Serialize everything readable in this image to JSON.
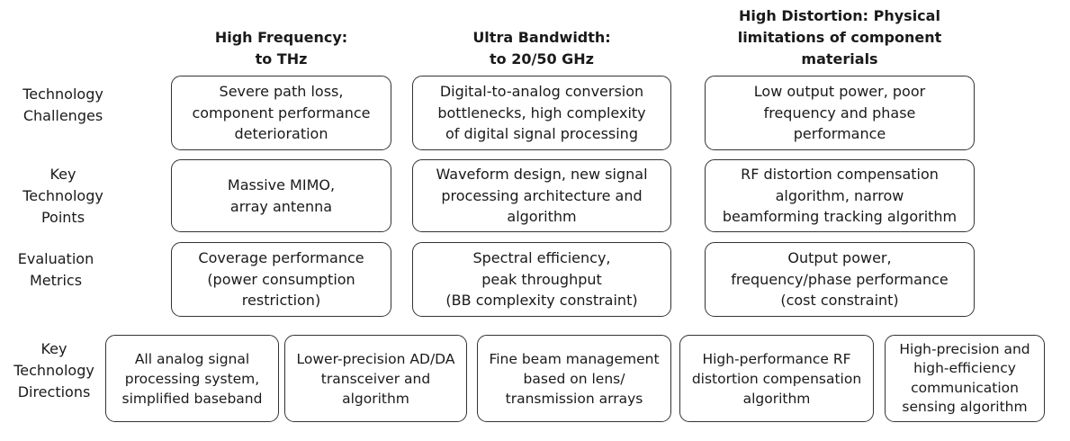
{
  "columns": [
    {
      "title_lines": [
        "High Frequency:",
        "to THz"
      ]
    },
    {
      "title_lines": [
        "Ultra Bandwidth:",
        "to 20/50 GHz"
      ]
    },
    {
      "title_lines": [
        "High Distortion: Physical",
        "limitations of component",
        "materials"
      ]
    }
  ],
  "rows": [
    {
      "label_lines": [
        "Technology",
        "Challenges"
      ],
      "cells": [
        [
          "Severe path loss,",
          "component performance",
          "deterioration"
        ],
        [
          "Digital-to-analog conversion",
          "bottlenecks, high complexity",
          "of digital signal processing"
        ],
        [
          "Low output power, poor",
          "frequency and phase",
          "performance"
        ]
      ]
    },
    {
      "label_lines": [
        "Key",
        "Technology",
        "Points"
      ],
      "cells": [
        [
          "Massive MIMO,",
          "array antenna"
        ],
        [
          "Waveform design, new signal",
          "processing architecture and",
          "algorithm"
        ],
        [
          "RF distortion compensation",
          "algorithm, narrow",
          "beamforming tracking algorithm"
        ]
      ]
    },
    {
      "label_lines": [
        "Evaluation",
        "Metrics"
      ],
      "cells": [
        [
          "Coverage performance",
          "(power consumption",
          "restriction)"
        ],
        [
          "Spectral efficiency,",
          "peak throughput",
          "(BB complexity constraint)"
        ],
        [
          "Output power,",
          "frequency/phase performance",
          "(cost constraint)"
        ]
      ]
    }
  ],
  "directions": {
    "label_lines": [
      "Key",
      "Technology",
      "Directions"
    ],
    "items": [
      [
        "All analog signal",
        "processing system,",
        "simplified baseband"
      ],
      [
        "Lower-precision AD/DA",
        "transceiver and",
        "algorithm"
      ],
      [
        "Fine beam management",
        "based on lens/",
        "transmission arrays"
      ],
      [
        "High-performance RF",
        "distortion compensation",
        "algorithm"
      ],
      [
        "High-precision and",
        "high-efficiency",
        "communication",
        "sensing algorithm"
      ]
    ]
  }
}
